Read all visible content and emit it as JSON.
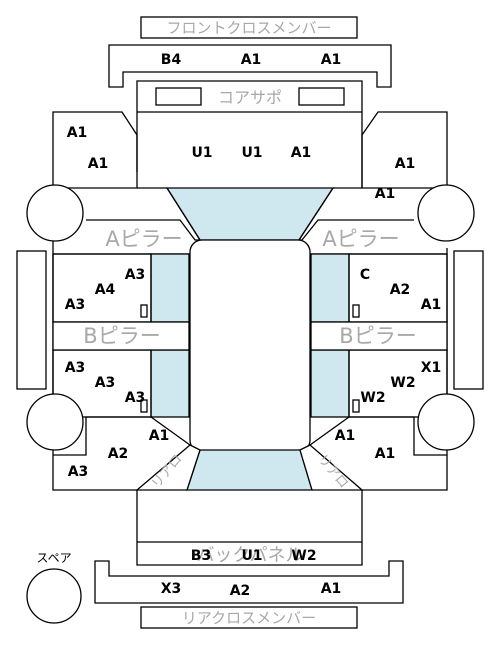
{
  "labels": {
    "front_cross": "フロントクロスメンバー",
    "core_support": "コアサポ",
    "a_pillar_left": "Aピラー",
    "a_pillar_right": "Aピラー",
    "b_pillar_left": "Bピラー",
    "b_pillar_right": "Bピラー",
    "rear_cross": "リアクロスメンバー",
    "back_panel": "バックパネル",
    "spare": "スペア",
    "rear_left_diag": "リアロ",
    "rear_right_diag": "リアロ"
  },
  "codes": {
    "front_cross": [
      "B4",
      "A1",
      "A1"
    ],
    "core_support": [
      "U1",
      "U1",
      "A1"
    ],
    "front_left": [
      "A1",
      "A1"
    ],
    "front_right": [
      "A1",
      "A1"
    ],
    "left_front_door": [
      "A3",
      "A4",
      "A3"
    ],
    "right_front_door": [
      "C",
      "A2",
      "A1"
    ],
    "left_rear_door": [
      "A3",
      "A3",
      "A3"
    ],
    "right_rear_door": [
      "X1",
      "W2",
      "W2"
    ],
    "left_rear": [
      "A1",
      "A2",
      "A3"
    ],
    "right_rear": [
      "A1",
      "A1"
    ],
    "back_panel": [
      "B3",
      "U1",
      "W2"
    ],
    "rear_cross": [
      "X3",
      "A2",
      "A1"
    ]
  }
}
